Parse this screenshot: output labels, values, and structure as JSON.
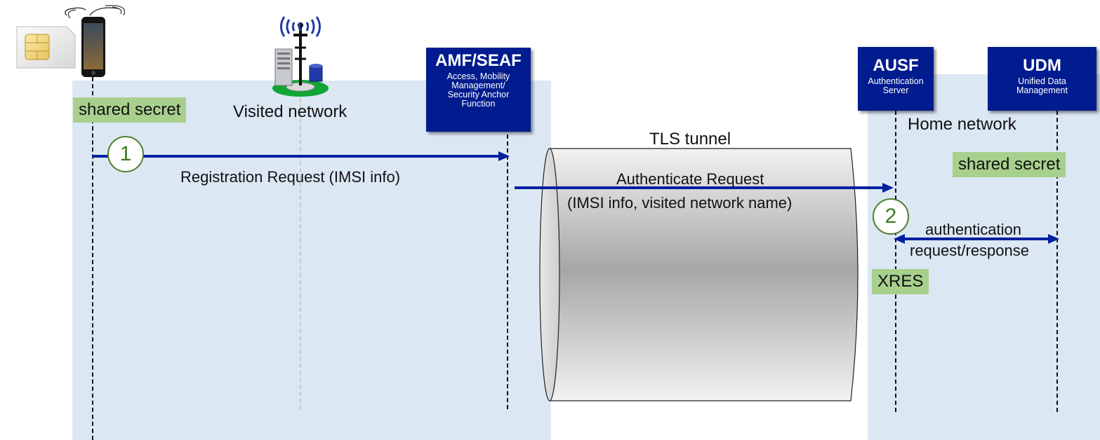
{
  "visited_network": {
    "label": "Visited network",
    "shared_secret": "shared secret"
  },
  "entities": {
    "amf": {
      "name": "AMF/SEAF",
      "desc": [
        "Access, Mobility",
        "Management/",
        "Security Anchor",
        "Function"
      ]
    },
    "ausf": {
      "name": "AUSF",
      "desc": [
        "Authentication",
        "Server"
      ]
    },
    "udm": {
      "name": "UDM",
      "desc": [
        "Unified Data",
        "Management"
      ]
    }
  },
  "home_network": {
    "label": "Home network",
    "shared_secret": "shared secret",
    "xres": "XRES"
  },
  "tunnel": {
    "label": "TLS tunnel"
  },
  "steps": {
    "one": "1",
    "two": "2"
  },
  "messages": {
    "registration": "Registration Request (IMSI info)",
    "authenticate": "Authenticate Request",
    "authenticate_detail": "(IMSI info, visited network name)",
    "auth_line1": "authentication",
    "auth_line2": "request/response"
  },
  "icons": [
    "sim-card-icon",
    "mobile-phone-icon",
    "cell-tower-icon"
  ],
  "colors": {
    "entity": "#001c8e",
    "arrow": "#00209f",
    "green_box": "#a8d08d",
    "region": "#dce7f4",
    "step": "#3f7a25"
  }
}
